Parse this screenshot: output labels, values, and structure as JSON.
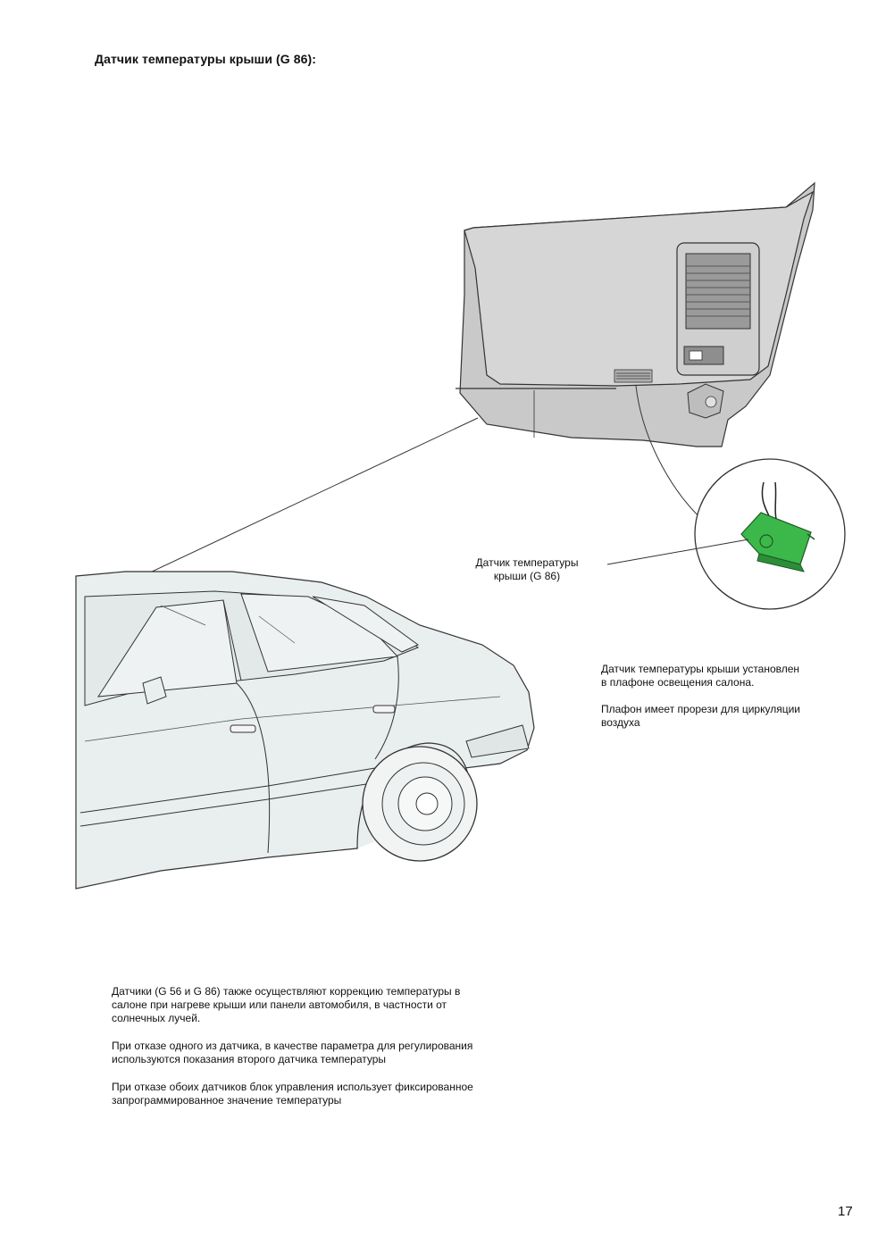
{
  "page": {
    "title": "Датчик температуры крыши (G 86):",
    "page_number": "17"
  },
  "figure": {
    "callout_line1": "Датчик температуры",
    "callout_line2": "крыши (G 86)"
  },
  "description": {
    "p1_line1": "Датчик температуры крыши установлен",
    "p1_line2": "в плафоне освещения салона.",
    "p2_line1": "Плафон имеет прорези для циркуляции",
    "p2_line2": "воздуха"
  },
  "notes": {
    "p1_line1": "Датчики (G 56 и G 86) также осуществляют коррекцию температуры в",
    "p1_line2": "салоне при нагреве крыши или панели автомобиля, в частности от",
    "p1_line3": "солнечных лучей.",
    "p2_line1": "При отказе одного из датчика, в качестве параметра для регулирования",
    "p2_line2": "используются показания второго датчика температуры",
    "p3_line1": "При отказе обоих датчиков блок управления использует фиксированное",
    "p3_line2": "запрограммированное значение температуры"
  },
  "colors": {
    "panel_gray": "#cfcfcf",
    "car_fill": "#e9eeee",
    "sensor_green": "#3cb84a",
    "line": "#333333"
  }
}
